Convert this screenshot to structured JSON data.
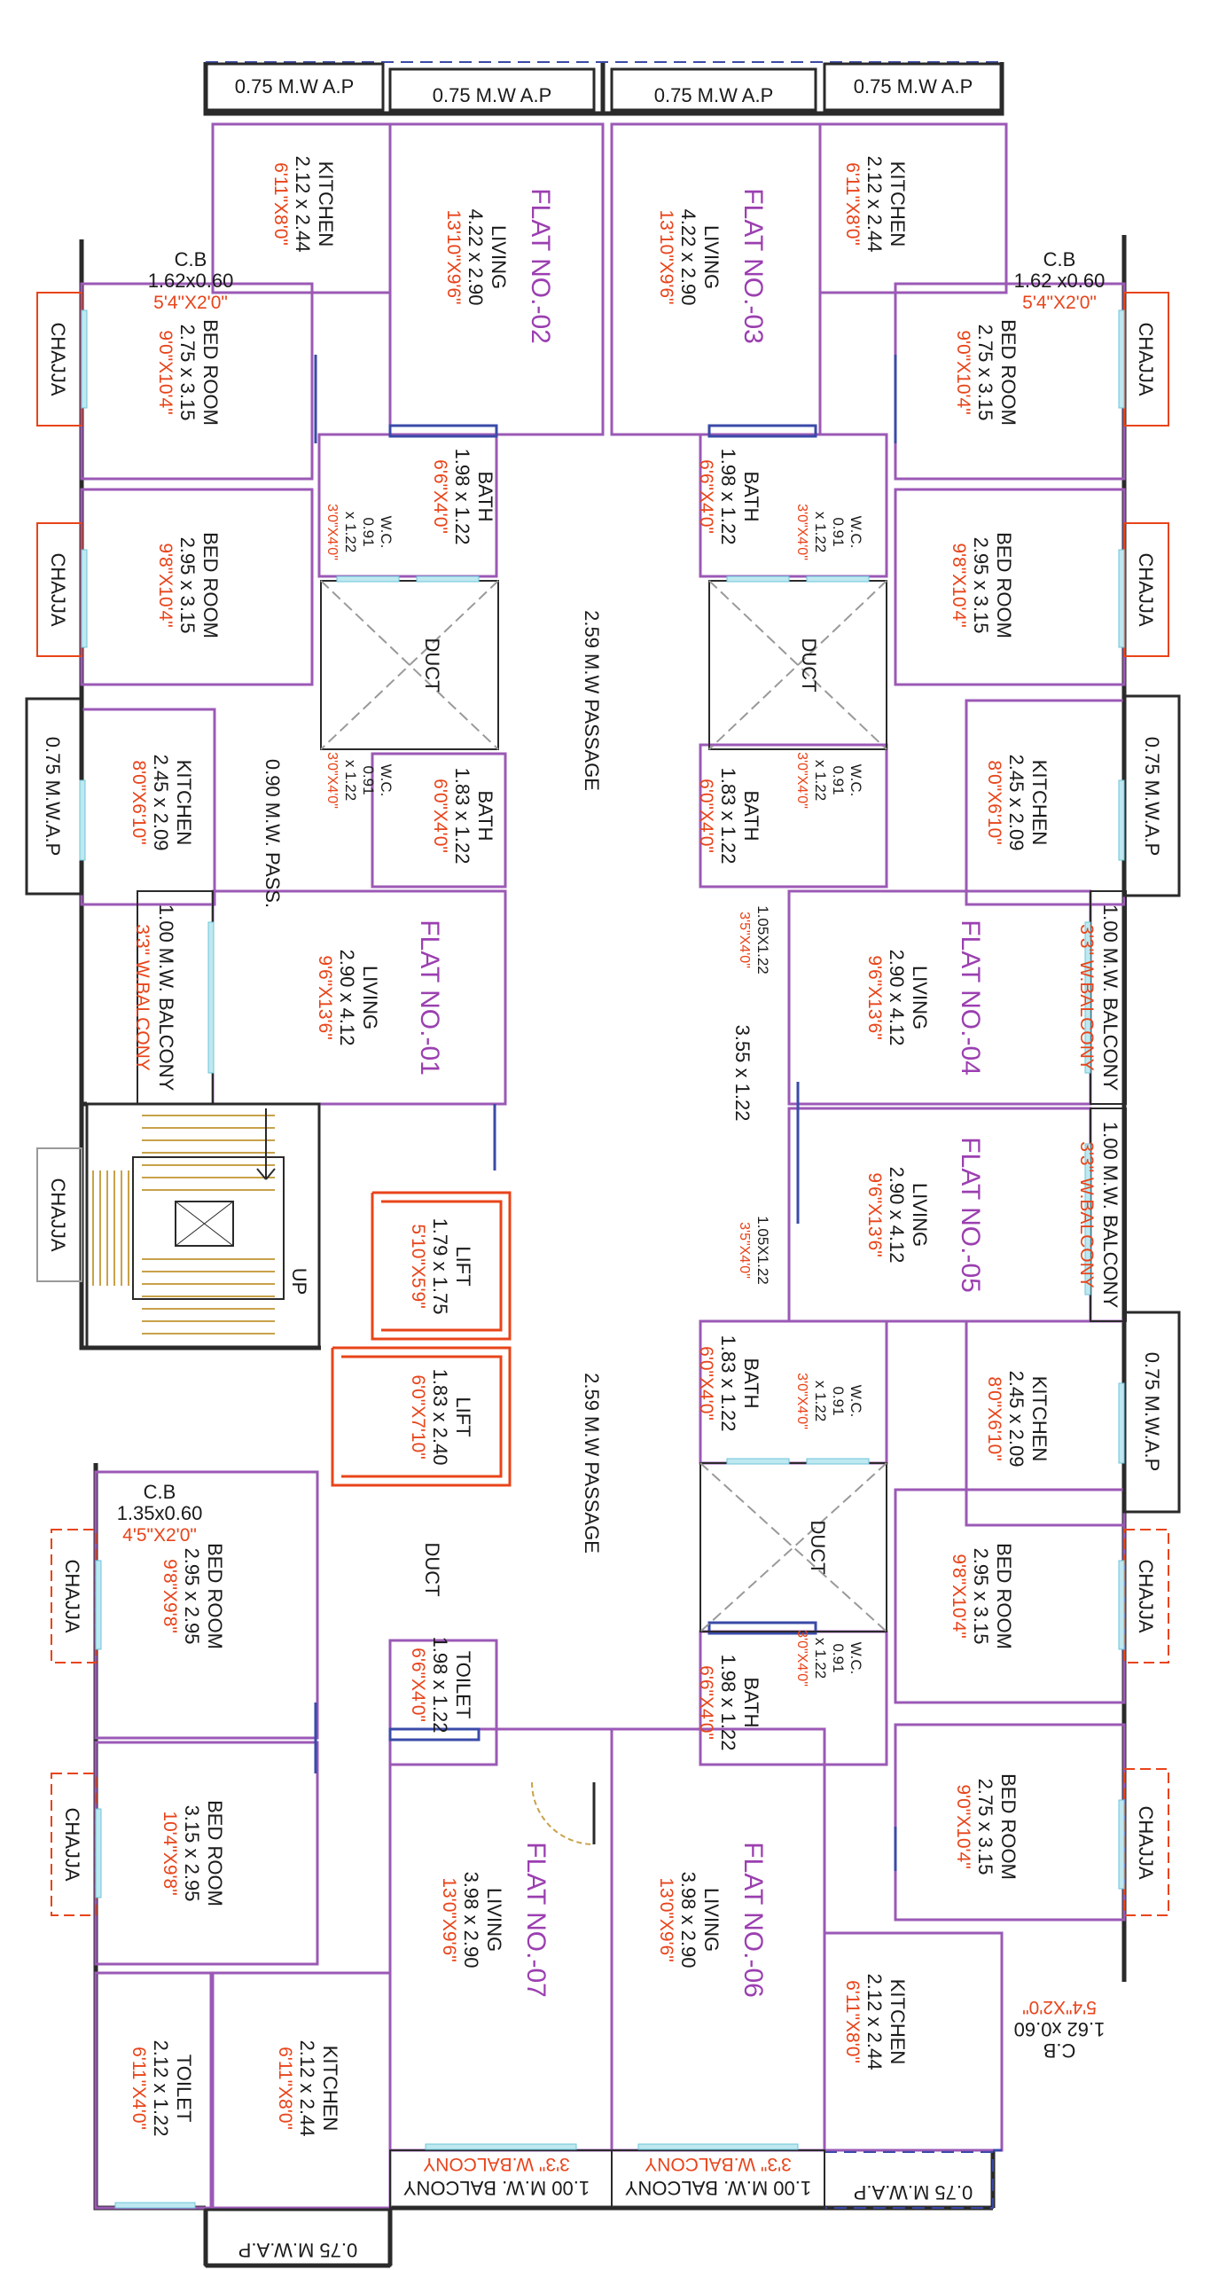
{
  "colors": {
    "wall_outer": "#2a2a2a",
    "wall_inner": "#9b59b6",
    "wall_blue": "#3a4aa8",
    "lift": "#e8441a",
    "chajja": "#e8441a",
    "stair": "#c8a24a",
    "window": "#6ec6d8",
    "flat_label": "#9b3fb0",
    "dim_label": "#e8441a"
  },
  "flats": {
    "f01": "FLAT NO.-01",
    "f02": "FLAT NO.-02",
    "f03": "FLAT NO.-03",
    "f04": "FLAT NO.-04",
    "f05": "FLAT NO.-05",
    "f06": "FLAT NO.-06",
    "f07": "FLAT NO.-07"
  },
  "common": {
    "mwap": "0.75 M.W A.P",
    "mwap_alt": "0.75 M.W.A.P",
    "passage": "2.59 M.W PASSAGE",
    "pass_small": "0.90 M.W. PASS.",
    "passage_size": "3.55 x 1.22",
    "duct": "DUCT",
    "chajja": "CHAJJA",
    "up": "UP",
    "cb": "C.B",
    "cb_size": "1.62x0.60",
    "cb_size_metric_alt": "1.62 x0.60",
    "cb_imperial": "5'4\"X2'0\"",
    "cb7_size": "1.35x0.60",
    "cb7_imperial": "4'5\"X2'0\"",
    "balcony": "1.00 M.W. BALCONY",
    "balcony_imp": "3'3\" W.BALCONY",
    "niche_size": "1.05X1.22",
    "niche_imp": "3'5\"X4'0\""
  },
  "rooms": {
    "kitchen": "KITCHEN",
    "living": "LIVING",
    "bedroom": "BED ROOM",
    "bath": "BATH",
    "wc": "W.C.",
    "toilet": "TOILET",
    "lift": "LIFT"
  },
  "sizes": {
    "k_212": "2.12 x 2.44",
    "k_212_imp": "6'11\"X8'0\"",
    "liv_422": "4.22 x 2.90",
    "liv_422_imp": "13'10\"X9'6\"",
    "bed_275": "2.75 x 3.15",
    "bed_275_imp": "9'0\"X10'4\"",
    "bath_198": "1.98 x 1.22",
    "bath_198_imp": "6'6\"X4'0\"",
    "wc_size_a": "0.91",
    "wc_size_b": "x 1.22",
    "wc_imp": "3'0\"X4'0\"",
    "bed_295": "2.95 x 3.15",
    "bed_295_imp": "9'8\"X10'4\"",
    "k_245": "2.45 x 2.09",
    "k_245_imp": "8'0\"X6'10\"",
    "bath_183": "1.83 x 1.22",
    "bath_183_imp": "6'0\"X4'0\"",
    "liv_290": "2.90 x 4.12",
    "liv_290_imp": "9'6\"X13'6\"",
    "lift1": "1.79 x 1.75",
    "lift1_imp": "5'10\"X5'9\"",
    "lift2": "1.83 x 2.40",
    "lift2_imp": "6'0\"X7'10\"",
    "bed_295b": "2.95 x 2.95",
    "bed_295b_imp": "9'8\"X9'8\"",
    "toilet_198": "1.98 x 1.22",
    "toilet_198_imp": "6'6\"X4'0\"",
    "bed_315": "3.15 x 2.95",
    "bed_315_imp": "10'4\"X9'8\"",
    "liv_398": "3.98 x 2.90",
    "liv_398_imp": "13'0\"X9'6\"",
    "toilet_212": "2.12 x 1.22",
    "toilet_212_imp": "6'11\"X4'0\"",
    "k_212b_imp": "6'11\"X8'0\""
  }
}
